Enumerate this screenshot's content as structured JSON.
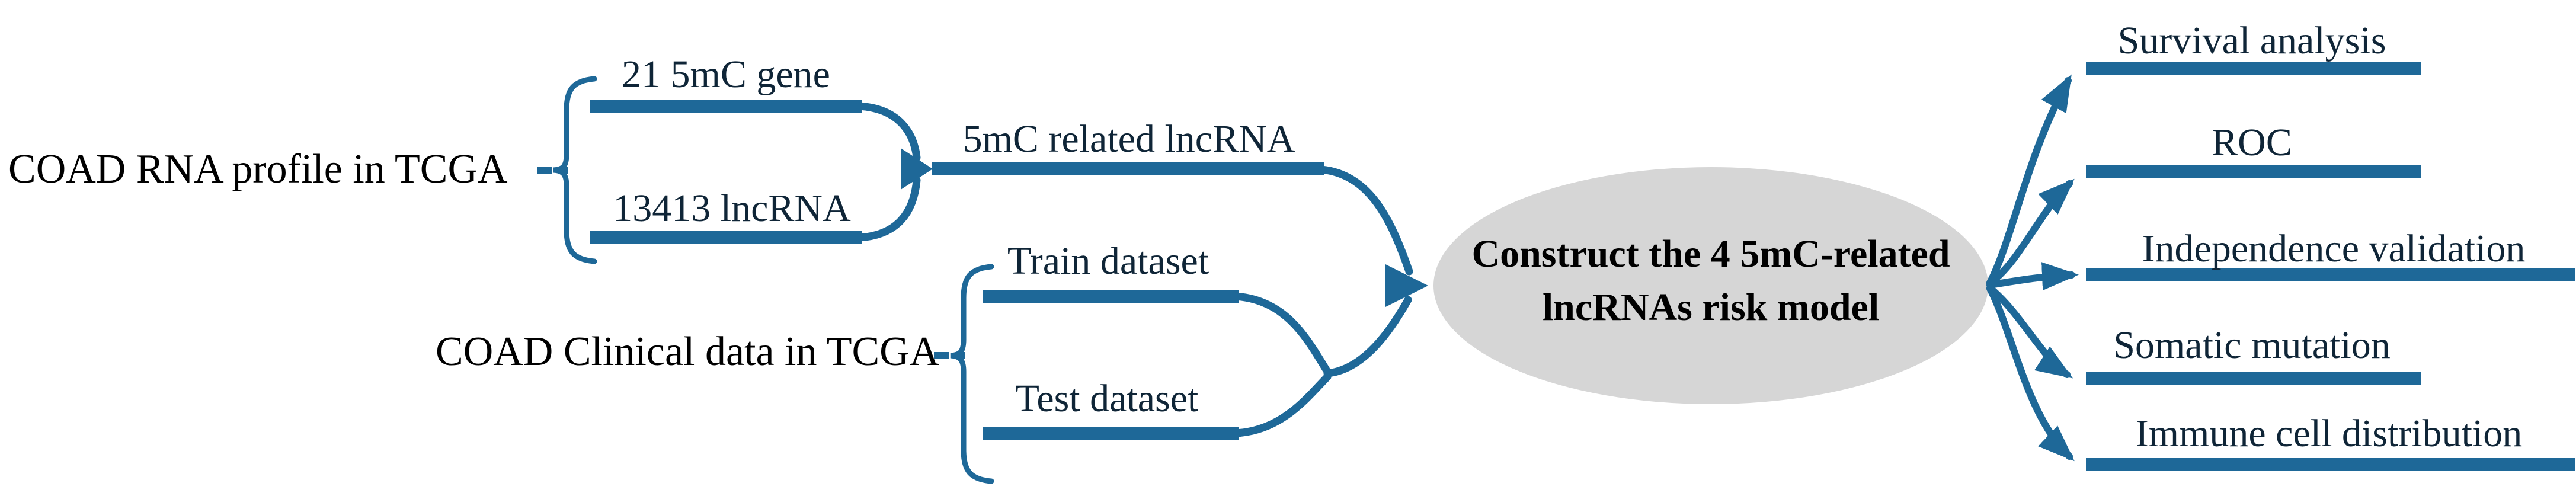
{
  "figure": {
    "colors": {
      "accent_blue": "#1E6898",
      "ellipse_fill": "#D6D6D6",
      "branch_text": "#0F2537",
      "source_text": "#000000"
    },
    "rna_group": {
      "source_label": "COAD RNA profile in TCGA",
      "branch_top": "21 5mC gene",
      "branch_bottom": "13413 lncRNA",
      "merge_result": "5mC related lncRNA"
    },
    "clinical_group": {
      "source_label": "COAD Clinical data in TCGA",
      "branch_top": "Train dataset",
      "branch_bottom": "Test dataset"
    },
    "model_node": {
      "line1": "Construct the 4 5mC-related",
      "line2": "lncRNAs risk model"
    },
    "outputs": [
      "Survival analysis",
      "ROC",
      "Independence validation",
      "Somatic mutation",
      "Immune cell distribution"
    ]
  }
}
